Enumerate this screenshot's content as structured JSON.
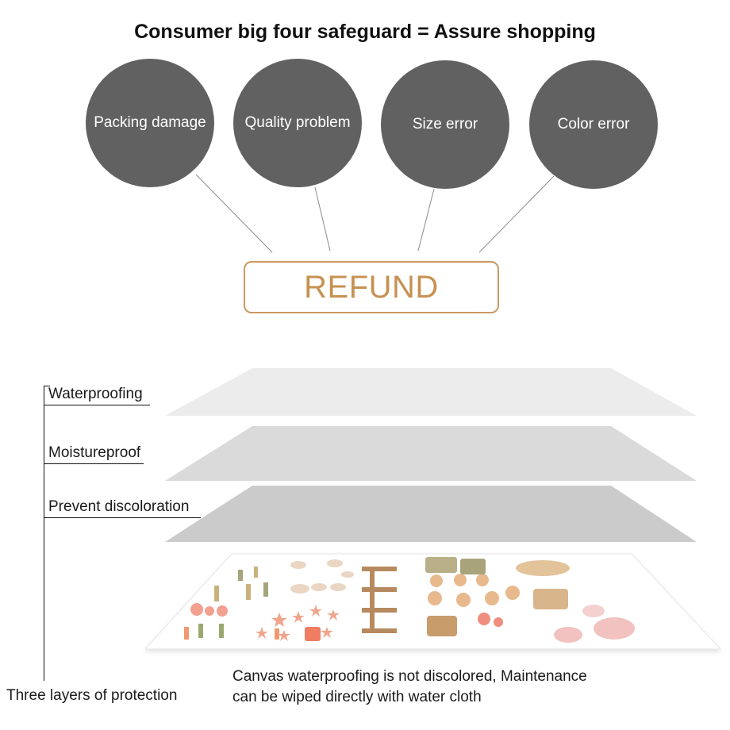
{
  "title": "Consumer big four safeguard = Assure shopping",
  "safeguards": [
    {
      "label": "Packing  damage"
    },
    {
      "label": "Quality  problem"
    },
    {
      "label": "Size  error"
    },
    {
      "label": "Color  error"
    }
  ],
  "refund_label": "REFUND",
  "layers": [
    {
      "label": "Waterproofing"
    },
    {
      "label": "Moistureproof"
    },
    {
      "label": "Prevent  discoloration"
    }
  ],
  "layers_caption": "Three layers of protection",
  "canvas_note": {
    "line1": "Canvas  waterproofing  is  not  discolored,  Maintenance",
    "line2": "can  be  wiped  directly  with  water  cloth"
  },
  "colors": {
    "circle": "#616161",
    "refund_accent": "#c79152",
    "layer_top": "#ececec",
    "layer_middle": "#dadada",
    "layer_bottom": "#cbcbcb"
  }
}
